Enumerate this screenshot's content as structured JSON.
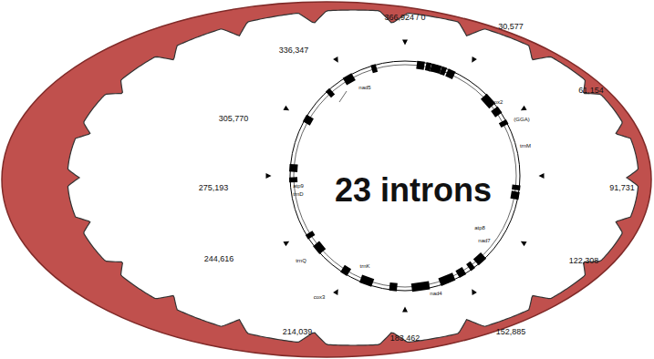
{
  "diagram": {
    "labels": [
      "366,924 / 0",
      "30,577",
      "61,154",
      "91,731",
      "122,308",
      "152,885",
      "183,462",
      "214,039",
      "244,616",
      "275,193",
      "305,770",
      "336,347",
      "23 introns",
      "nad5",
      "cox2",
      "(GGA)",
      "trnM",
      "trnD",
      "atp9",
      "nad7",
      "atp8",
      "nad4",
      "trnK",
      "cox3",
      "trnQ"
    ]
  }
}
